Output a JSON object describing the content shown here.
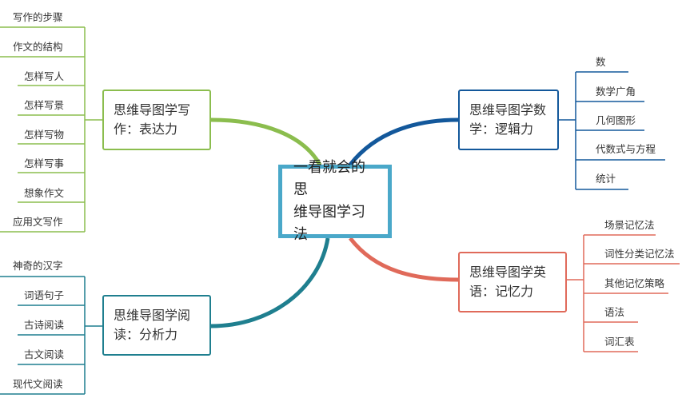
{
  "center": {
    "text": "一看就会的思\n维导图学习法",
    "color": "#4aa8c9"
  },
  "branches": {
    "writing": {
      "text": "思维导图学写\n作：表达力",
      "color": "#8bbd4e",
      "items": [
        "写作的步骤",
        "作文的结构",
        "怎样写人",
        "怎样写景",
        "怎样写物",
        "怎样写事",
        "想象作文",
        "应用文写作"
      ]
    },
    "reading": {
      "text": "思维导图学阅\n读：分析力",
      "color": "#1f7f8f",
      "items": [
        "神奇的汉字",
        "词语句子",
        "古诗阅读",
        "古文阅读",
        "现代文阅读"
      ]
    },
    "math": {
      "text": "思维导图学数\n学：逻辑力",
      "color": "#13589b",
      "items": [
        "数",
        "数学广角",
        "几何图形",
        "代数式与方程",
        "统计"
      ]
    },
    "english": {
      "text": "思维导图学英\n语：记忆力",
      "color": "#e06a5a",
      "items": [
        "场景记忆法",
        "词性分类记忆法",
        "其他记忆策略",
        "语法",
        "词汇表"
      ]
    }
  }
}
